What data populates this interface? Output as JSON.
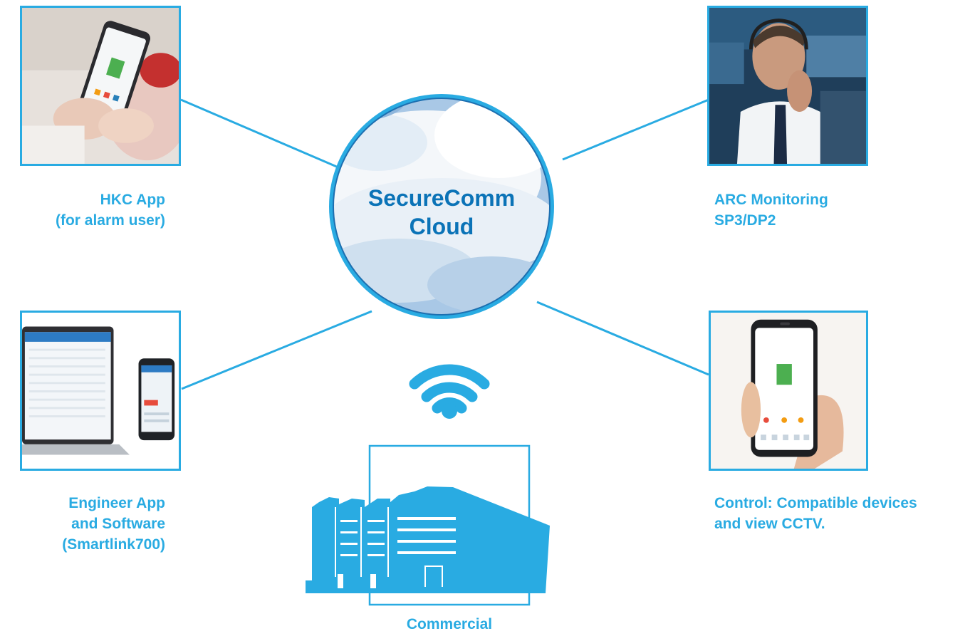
{
  "colors": {
    "accent": "#29abe2",
    "cloud_title": "#0b73b7"
  },
  "hub": {
    "title": "SecureComm\nCloud"
  },
  "nodes": {
    "hkc_app": {
      "label": "HKC App\n(for alarm user)",
      "image": "person holding smartphone with HKC app"
    },
    "arc": {
      "label": "ARC Monitoring\nSP3/DP2",
      "image": "operator wearing headset"
    },
    "engineer": {
      "label": "Engineer App\nand Software\n(Smartlink700)",
      "image": "laptop and phone showing software"
    },
    "control": {
      "label": "Control: Compatible devices\nand view CCTV.",
      "image": "hand holding smartphone with control app"
    },
    "commercial": {
      "label": "Commercial",
      "icon": "building-icon"
    }
  },
  "connector_icon": "wifi-icon"
}
